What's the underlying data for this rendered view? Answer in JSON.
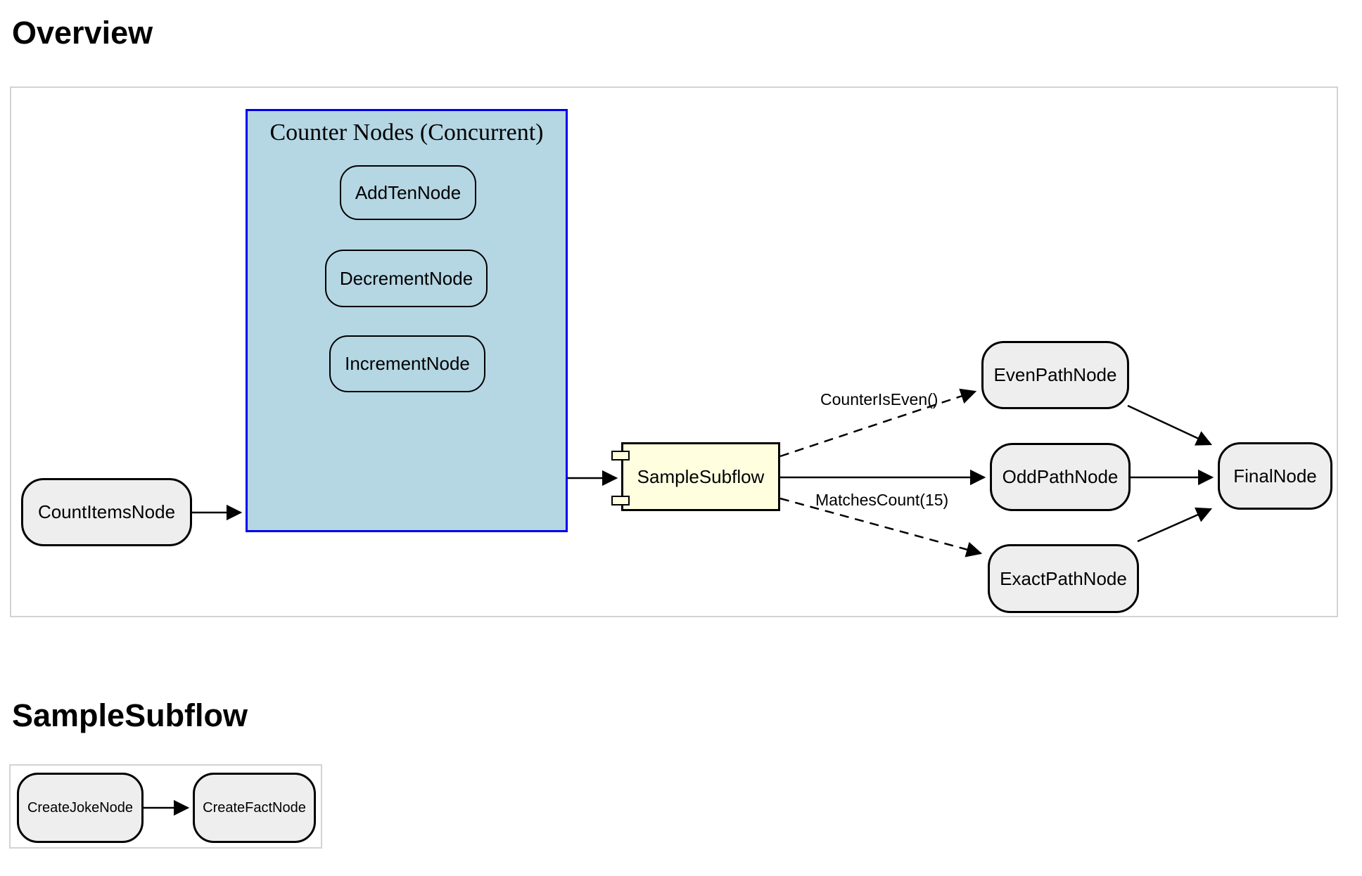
{
  "overview": {
    "heading": "Overview",
    "diagram": {
      "count_items_label": "CountItemsNode",
      "subgraph": {
        "title": "Counter Nodes (Concurrent)",
        "nodes": [
          "AddTenNode",
          "DecrementNode",
          "IncrementNode"
        ]
      },
      "subflow_label": "SampleSubflow",
      "even_path_label": "EvenPathNode",
      "odd_path_label": "OddPathNode",
      "exact_path_label": "ExactPathNode",
      "final_label": "FinalNode",
      "edge_label_even": "CounterIsEven()",
      "edge_label_exact": "MatchesCount(15)"
    }
  },
  "subflow_section": {
    "heading": "SampleSubflow",
    "diagram": {
      "joke_label": "CreateJokeNode",
      "fact_label": "CreateFactNode"
    }
  },
  "colors": {
    "subgraph_fill": "#b5d6e3",
    "subgraph_border": "#0000ee",
    "node_fill": "#eeeeee",
    "node_border": "#000000",
    "component_fill": "#ffffe0",
    "frame_border": "#d3d3d3",
    "edge_color": "#000000"
  }
}
